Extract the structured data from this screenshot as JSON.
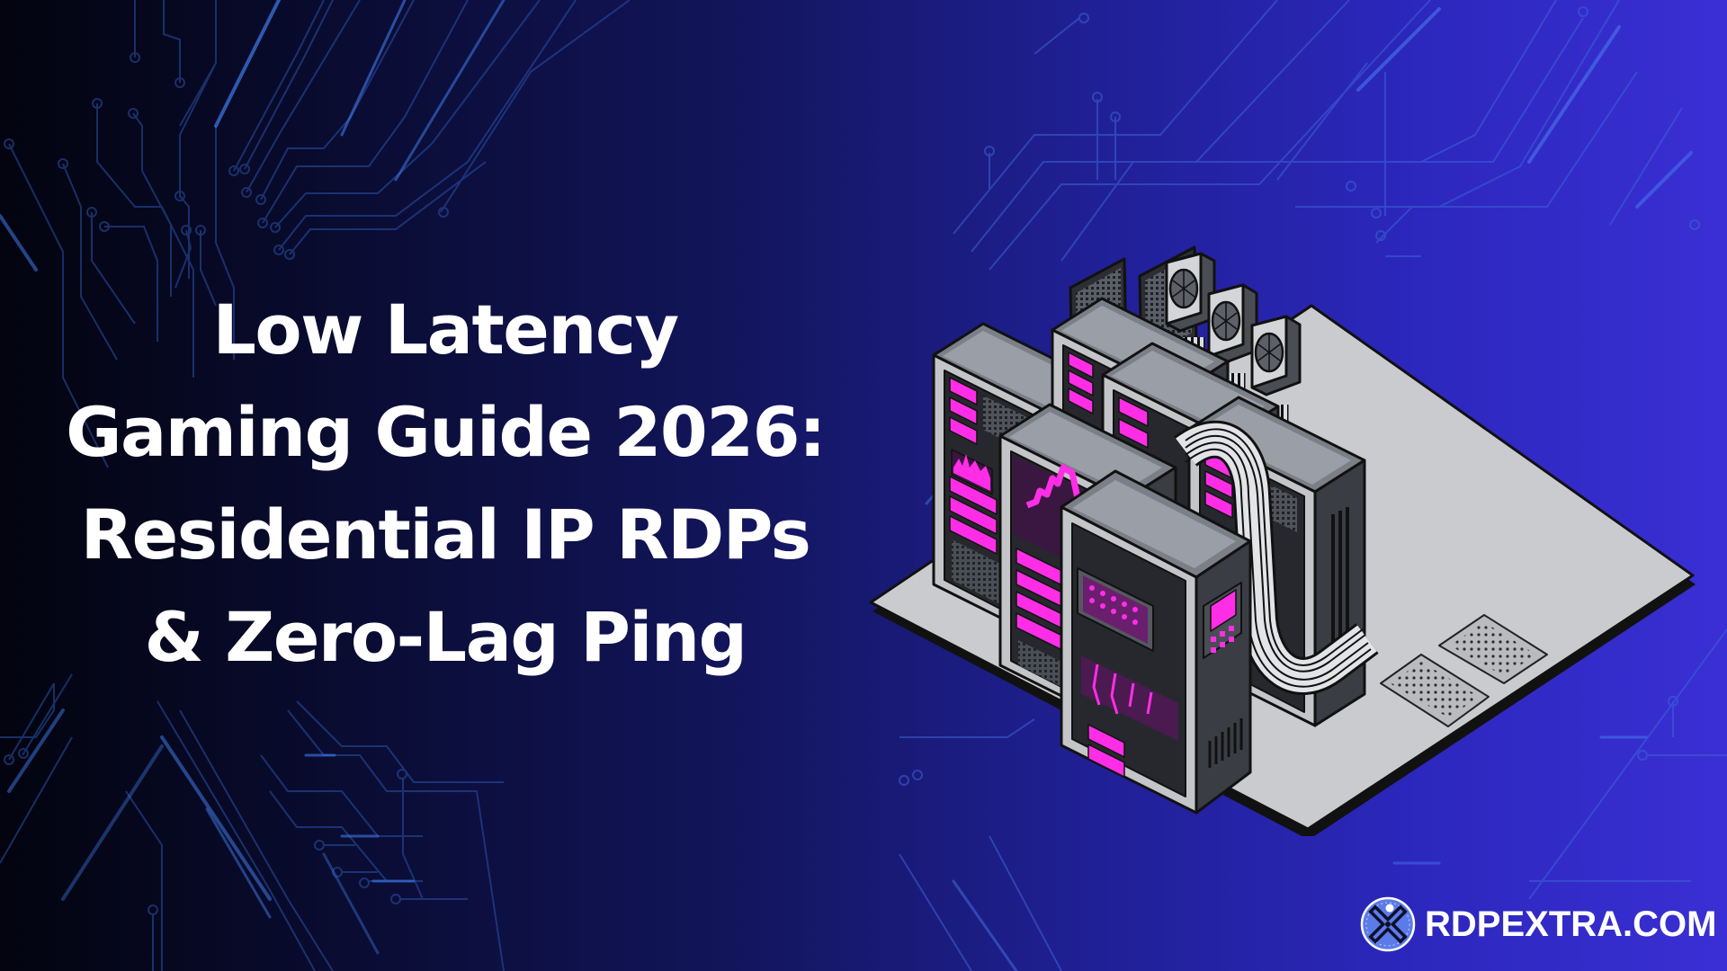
{
  "banner": {
    "headline_lines": [
      "Low Latency",
      "Gaming Guide 2026:",
      "Residential IP RDPs",
      "& Zero-Lag Ping"
    ],
    "headline_color": "#ffffff"
  },
  "illustration": {
    "subject": "isometric server racks on a platform with cables and cooling fans",
    "icon": "server-rack-icon",
    "accent_color": "#ff00ff",
    "rack_color": "#4a4e57",
    "platform_color": "#c9cbcf"
  },
  "brand": {
    "logo_icon": "x-cross-logo-icon",
    "name": "RDPEXTRA.COM",
    "logo_color": "#5b7be8"
  },
  "background": {
    "style": "circuit-board pattern",
    "colors": [
      "#03040f",
      "#12155a",
      "#3a2fd4"
    ]
  }
}
